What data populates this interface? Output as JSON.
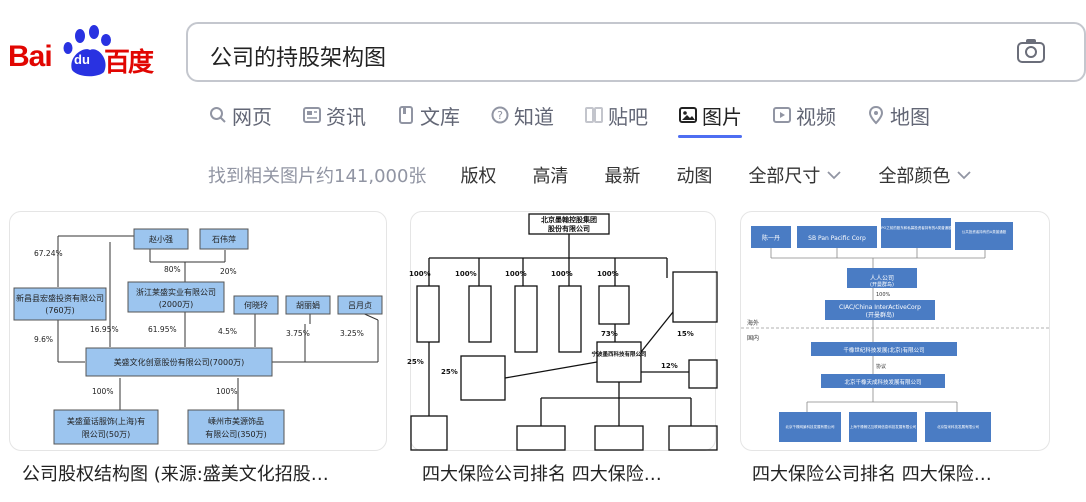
{
  "logo": {
    "brand_left": "Bai",
    "brand_paw": "du",
    "brand_right": "百度"
  },
  "search": {
    "query": "公司的持股架构图"
  },
  "tabs": [
    {
      "label": "网页",
      "icon": "search-icon"
    },
    {
      "label": "资讯",
      "icon": "news-icon"
    },
    {
      "label": "文库",
      "icon": "document-icon"
    },
    {
      "label": "知道",
      "icon": "question-icon"
    },
    {
      "label": "贴吧",
      "icon": "tieba-icon"
    },
    {
      "label": "图片",
      "icon": "image-icon",
      "active": true
    },
    {
      "label": "视频",
      "icon": "video-icon"
    },
    {
      "label": "地图",
      "icon": "map-pin-icon"
    }
  ],
  "filters": {
    "count_text": "找到相关图片约141,000张",
    "items": [
      "版权",
      "高清",
      "最新",
      "动图",
      "全部尺寸",
      "全部颜色"
    ]
  },
  "results": [
    {
      "caption": "公司股权结构图 (来源:盛美文化招股…",
      "chart": {
        "top_people": [
          "赵小强",
          "石伟萍"
        ],
        "pct_top": [
          "80%",
          "20%"
        ],
        "left_company": "新昌县宏盛投资有限公司",
        "left_company_cap": "(760万)",
        "mid_company": "浙江莱盛实业有限公司",
        "mid_company_cap": "(2000万)",
        "small_people": [
          "何晓玲",
          "胡丽娟",
          "吕月贞"
        ],
        "pct_left": "67.24%",
        "pct_a": "16.95%",
        "pct_b": "61.95%",
        "pct_c": "4.5%",
        "pct_d": "3.75%",
        "pct_e": "3.25%",
        "pct_f": "9.6%",
        "main_company": "美盛文化创意股份有限公司(7000万)",
        "pct_sub1": "100%",
        "pct_sub2": "100%",
        "sub1": "美盛童话服饰(上海)有",
        "sub1b": "限公司(50万)",
        "sub2": "嵊州市美源饰品",
        "sub2b": "有限公司(350万)"
      }
    },
    {
      "caption": "四大保险公司排名 四大保险…",
      "chart": {
        "top": "北京墨翰控股集团",
        "top2": "股份有限公司",
        "pct": [
          "100%",
          "100%",
          "100%",
          "100%",
          "100%"
        ],
        "mid": "宁波墨西科技有限公司",
        "pcts": [
          "73%",
          "15%",
          "12%",
          "25%",
          "25%"
        ]
      }
    },
    {
      "caption": "四大保险公司排名 四大保险…",
      "chart": {
        "p1": "陈一丹",
        "p2": "SB Pan Pacific Corp",
        "p3": "IPO之前的股东和私募投资者持有的A类普通股",
        "p4": "公共投资者持有的A类普通股",
        "holder": "人人公司",
        "holder_sub": "(开曼群岛)",
        "ciac": "CIAC/China InterActiveCorp",
        "ciac_sub": "(开曼群岛)",
        "overseas": "海外",
        "domestic": "国内",
        "wfoe": "千橡世纪科技发展(北京)有限公司",
        "vie": "北京千橡天成科技发展有限公司",
        "sub_a": "北京千橡网景科技发展有限公司",
        "sub_b": "上海千橡畅达互联网信息科技发展有限公司",
        "sub_c": "北京智米科技发展有限公司",
        "pct_100": "100%",
        "control": "协议"
      }
    }
  ],
  "colors": {
    "brand_red": "#e10602",
    "brand_blue": "#2932e1",
    "accent": "#4e6ef2"
  }
}
